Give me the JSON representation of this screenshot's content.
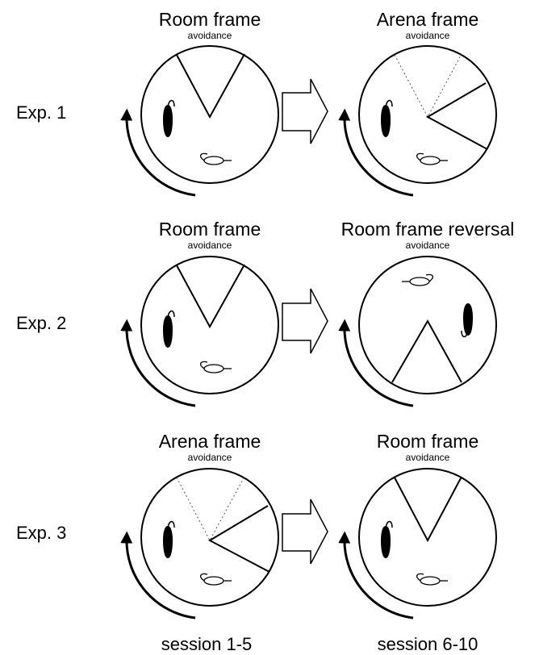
{
  "rows": [
    {
      "experiment": "Exp. 1",
      "left": {
        "title": "Room frame",
        "subtitle": "avoidance",
        "frame": "room",
        "sector_orientation": "top",
        "rat_position": "left"
      },
      "right": {
        "title": "Arena frame",
        "subtitle": "avoidance",
        "frame": "arena",
        "sector_orientation": "right",
        "rat_position": "left"
      }
    },
    {
      "experiment": "Exp. 2",
      "left": {
        "title": "Room frame",
        "subtitle": "avoidance",
        "frame": "room",
        "sector_orientation": "top",
        "rat_position": "left"
      },
      "right": {
        "title": "Room frame reversal",
        "subtitle": "avoidance",
        "frame": "room",
        "sector_orientation": "bottom",
        "rat_position": "right"
      }
    },
    {
      "experiment": "Exp. 3",
      "left": {
        "title": "Arena frame",
        "subtitle": "avoidance",
        "frame": "arena",
        "sector_orientation": "right",
        "rat_position": "left"
      },
      "right": {
        "title": "Room frame",
        "subtitle": "avoidance",
        "frame": "room",
        "sector_orientation": "top",
        "rat_position": "left"
      }
    }
  ],
  "sessions": {
    "left": "session 1-5",
    "right": "session 6-10"
  },
  "icons": [
    "rotation-arrow-icon",
    "transition-arrow-icon",
    "rat-icon",
    "object-icon"
  ],
  "colors": {
    "stroke": "#000000",
    "background": "#ffffff"
  }
}
